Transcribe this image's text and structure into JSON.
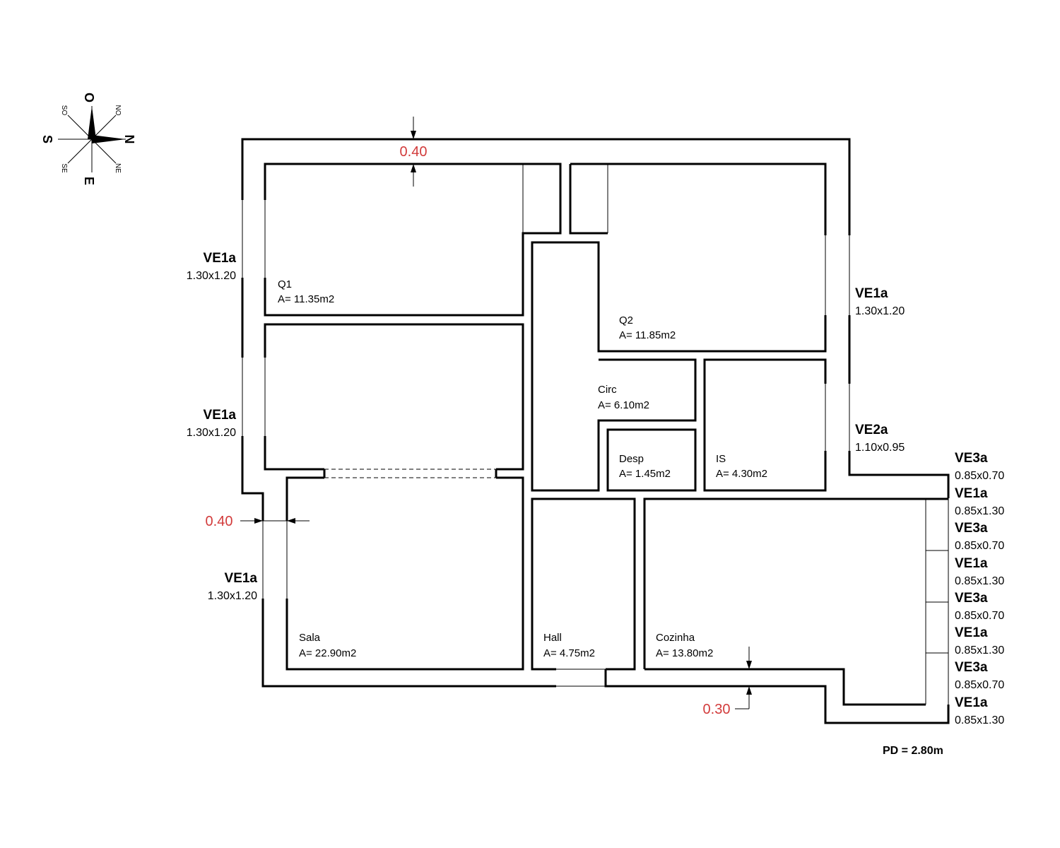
{
  "compass": {
    "north": "N",
    "south": "S",
    "east": "E",
    "west": "O",
    "northeast": "NE",
    "northwest": "NO",
    "southeast": "SE",
    "southwest": "SO"
  },
  "rooms": {
    "q1": {
      "name": "Q1",
      "area": "A= 11.35m2"
    },
    "q2": {
      "name": "Q2",
      "area": "A= 11.85m2"
    },
    "circ": {
      "name": "Circ",
      "area": "A= 6.10m2"
    },
    "desp": {
      "name": "Desp",
      "area": "A= 1.45m2"
    },
    "is": {
      "name": "IS",
      "area": "A= 4.30m2"
    },
    "sala": {
      "name": "Sala",
      "area": "A= 22.90m2"
    },
    "hall": {
      "name": "Hall",
      "area": "A= 4.75m2"
    },
    "cozinha": {
      "name": "Cozinha",
      "area": "A= 13.80m2"
    }
  },
  "windows": {
    "left1": {
      "code": "VE1a",
      "size": "1.30x1.20"
    },
    "left2": {
      "code": "VE1a",
      "size": "1.30x1.20"
    },
    "left3": {
      "code": "VE1a",
      "size": "1.30x1.20"
    },
    "right1": {
      "code": "VE1a",
      "size": "1.30x1.20"
    },
    "right2": {
      "code": "VE2a",
      "size": "1.10x0.95"
    },
    "stack": [
      {
        "code": "VE3a",
        "size": "0.85x0.70"
      },
      {
        "code": "VE1a",
        "size": "0.85x1.30"
      },
      {
        "code": "VE3a",
        "size": "0.85x0.70"
      },
      {
        "code": "VE1a",
        "size": "0.85x1.30"
      },
      {
        "code": "VE3a",
        "size": "0.85x0.70"
      },
      {
        "code": "VE1a",
        "size": "0.85x1.30"
      },
      {
        "code": "VE3a",
        "size": "0.85x0.70"
      },
      {
        "code": "VE1a",
        "size": "0.85x1.30"
      }
    ]
  },
  "dimensions": {
    "top_wall": "0.40",
    "left_wall": "0.40",
    "bottom_wall": "0.30"
  },
  "ceiling_height": "PD = 2.80m"
}
